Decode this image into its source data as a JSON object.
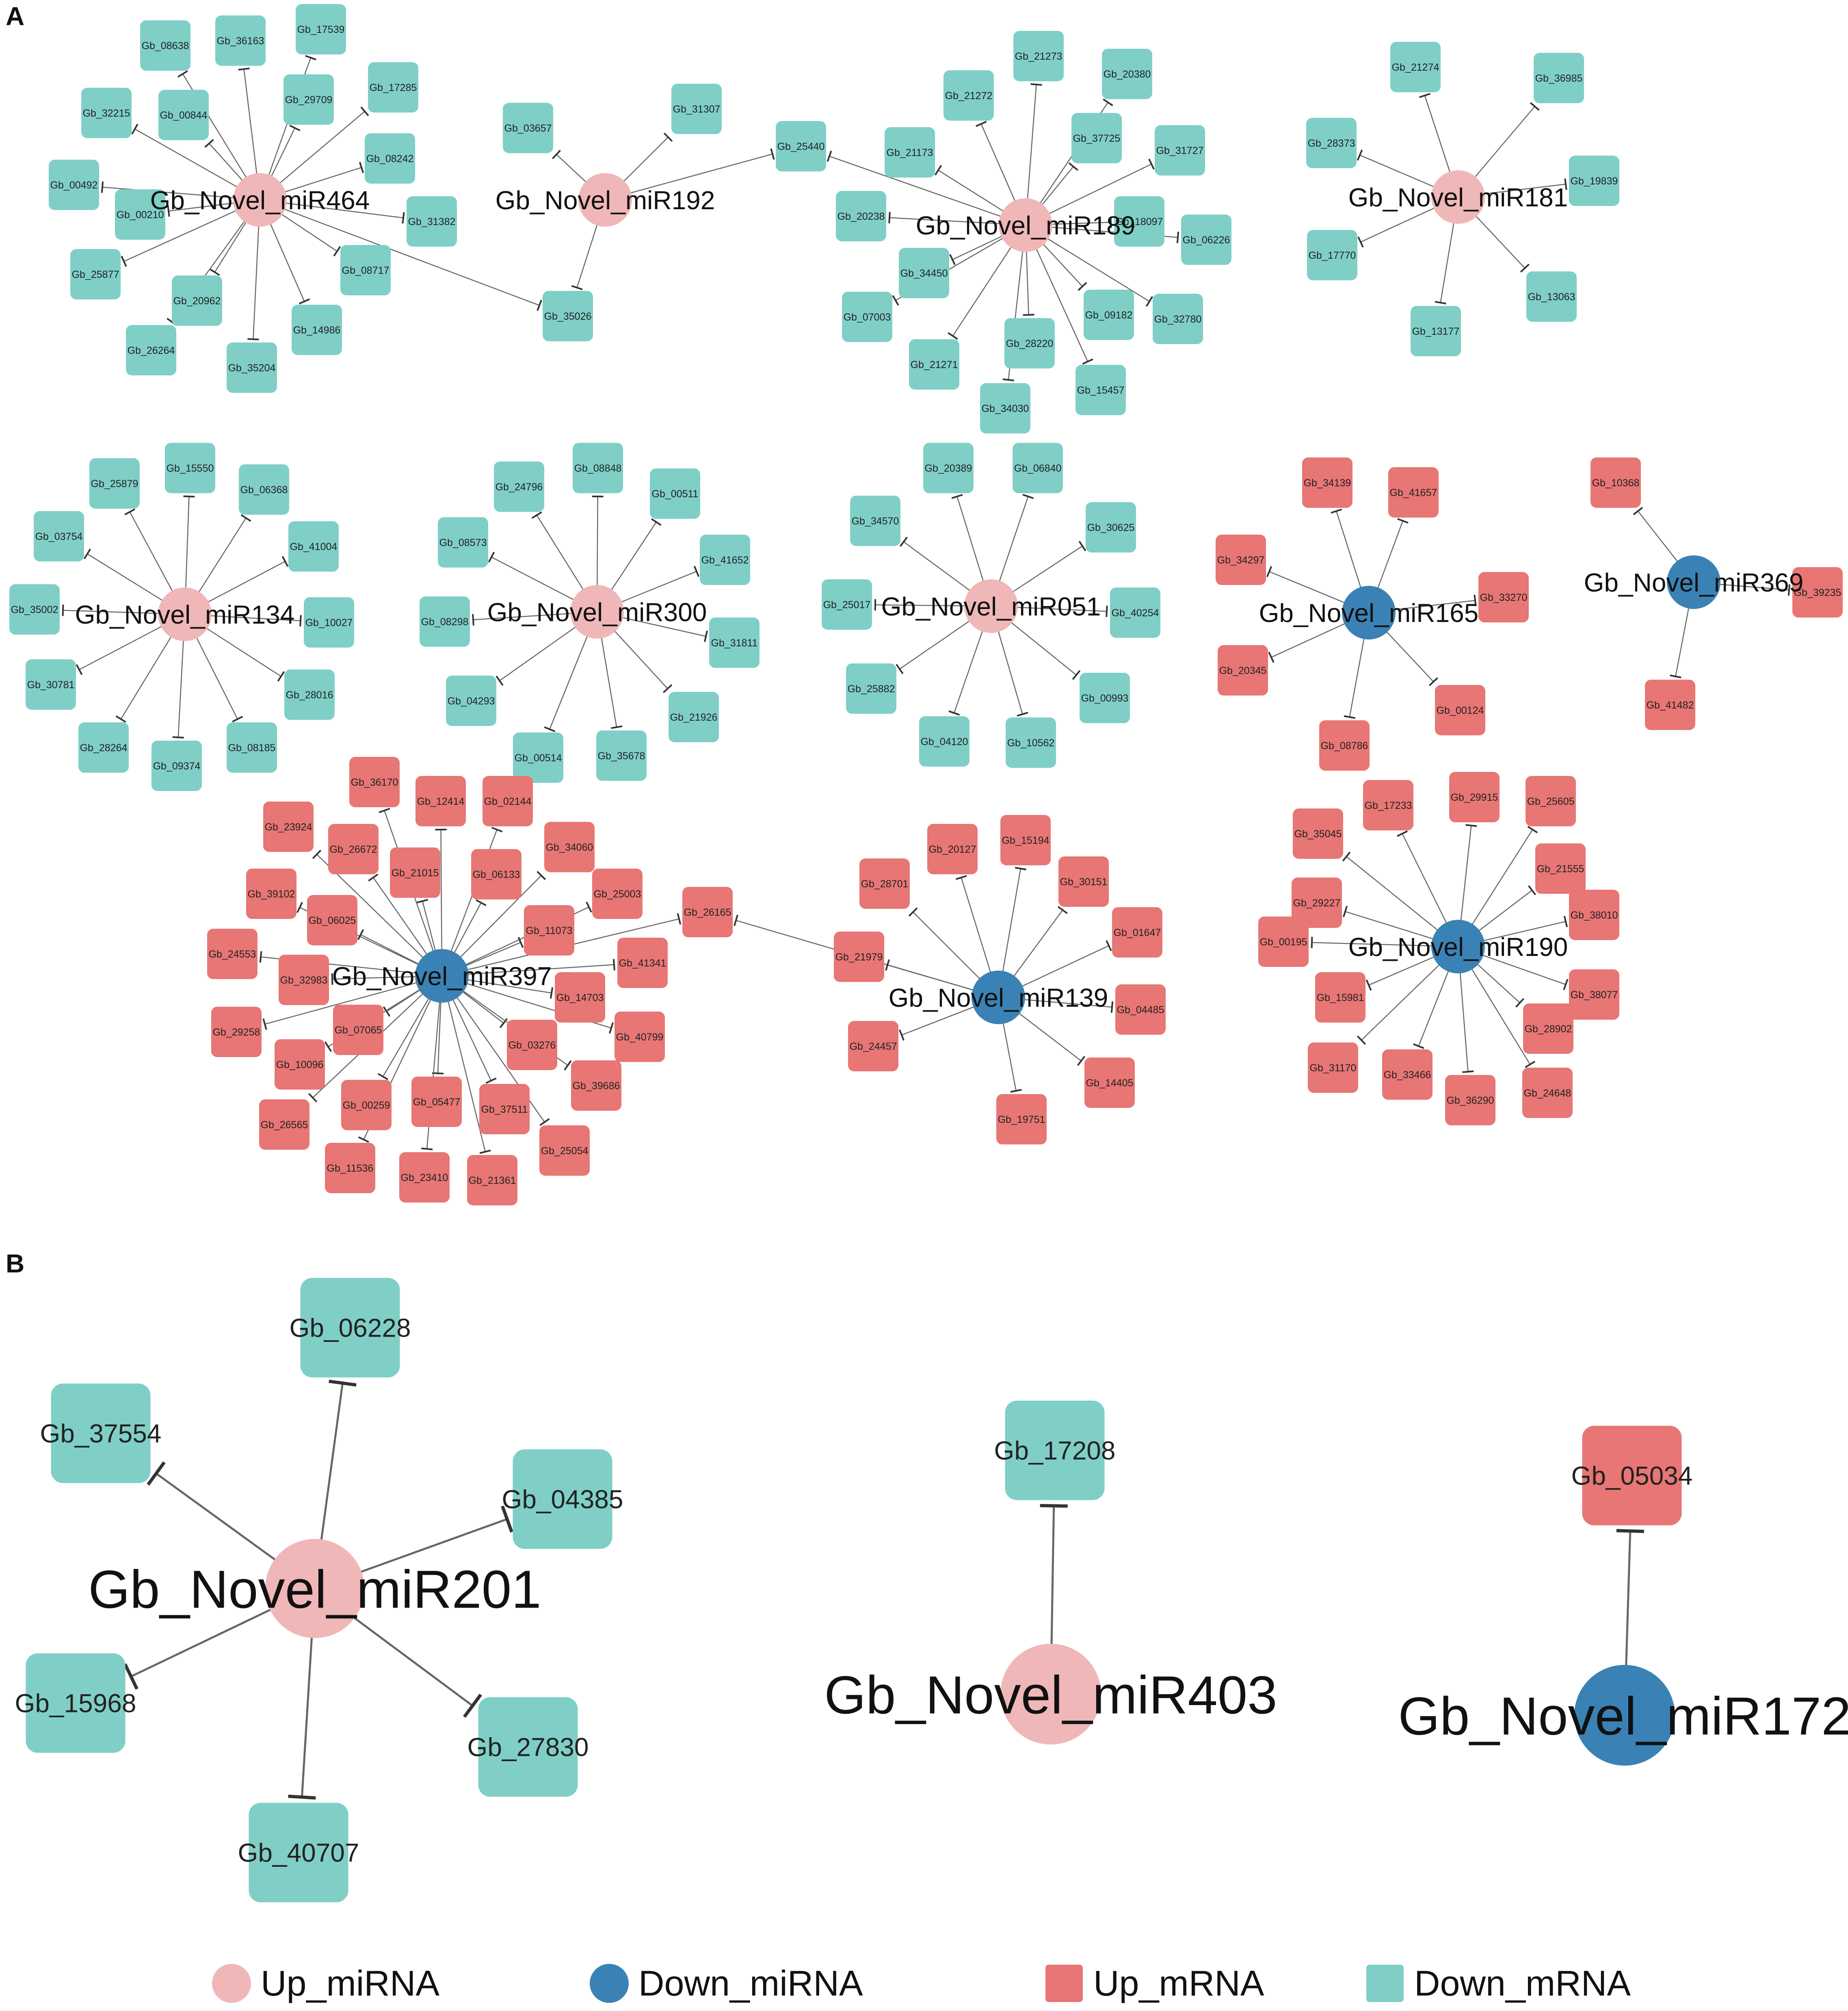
{
  "panels": [
    {
      "label": "A"
    },
    {
      "label": "B"
    }
  ],
  "colors": {
    "up_mirna": "#f0b7b8",
    "down_mirna": "#3a82b5",
    "up_mrna": "#e77674",
    "down_mrna": "#7fcfc7",
    "edge": "#666666"
  },
  "legend": [
    {
      "label": "Up_miRNA",
      "shape": "circle",
      "color": "#f0b7b8"
    },
    {
      "label": "Down_miRNA",
      "shape": "circle",
      "color": "#3a82b5"
    },
    {
      "label": "Up_mRNA",
      "shape": "square",
      "color": "#e77674"
    },
    {
      "label": "Down_mRNA",
      "shape": "square",
      "color": "#7fcfc7"
    }
  ],
  "networks": [
    {
      "id": "miR464",
      "panel": "A",
      "hub": {
        "label": "Gb_Novel_miR464",
        "type": "up"
      },
      "target_type": "down",
      "targets": [
        "Gb_08638",
        "Gb_36163",
        "Gb_17539",
        "Gb_32215",
        "Gb_00844",
        "Gb_29709",
        "Gb_17285",
        "Gb_08242",
        "Gb_00492",
        "Gb_00210",
        "Gb_31382",
        "Gb_25877",
        "Gb_08717",
        "Gb_20962",
        "Gb_14986",
        "Gb_26264",
        "Gb_35204",
        "Gb_35026"
      ]
    },
    {
      "id": "miR192",
      "panel": "A",
      "hub": {
        "label": "Gb_Novel_miR192",
        "type": "up"
      },
      "target_type": "down",
      "targets": [
        "Gb_03657",
        "Gb_31307",
        "Gb_25440",
        "Gb_35026"
      ]
    },
    {
      "id": "miR189",
      "panel": "A",
      "hub": {
        "label": "Gb_Novel_miR189",
        "type": "up"
      },
      "target_type": "down",
      "targets": [
        "Gb_21273",
        "Gb_20380",
        "Gb_21272",
        "Gb_37725",
        "Gb_31727",
        "Gb_21173",
        "Gb_25440",
        "Gb_20238",
        "Gb_18097",
        "Gb_06226",
        "Gb_34450",
        "Gb_09182",
        "Gb_32780",
        "Gb_07003",
        "Gb_28220",
        "Gb_21271",
        "Gb_15457",
        "Gb_34030"
      ]
    },
    {
      "id": "miR181",
      "panel": "A",
      "hub": {
        "label": "Gb_Novel_miR181",
        "type": "up"
      },
      "target_type": "down",
      "targets": [
        "Gb_21274",
        "Gb_36985",
        "Gb_28373",
        "Gb_19839",
        "Gb_17770",
        "Gb_13063",
        "Gb_13177"
      ]
    },
    {
      "id": "miR134",
      "panel": "A",
      "hub": {
        "label": "Gb_Novel_miR134",
        "type": "up"
      },
      "target_type": "down",
      "targets": [
        "Gb_15550",
        "Gb_25879",
        "Gb_06368",
        "Gb_03754",
        "Gb_41004",
        "Gb_35002",
        "Gb_10027",
        "Gb_30781",
        "Gb_28016",
        "Gb_28264",
        "Gb_08185",
        "Gb_09374"
      ]
    },
    {
      "id": "miR300",
      "panel": "A",
      "hub": {
        "label": "Gb_Novel_miR300",
        "type": "up"
      },
      "target_type": "down",
      "targets": [
        "Gb_08848",
        "Gb_24796",
        "Gb_00511",
        "Gb_08573",
        "Gb_41652",
        "Gb_08298",
        "Gb_31811",
        "Gb_04293",
        "Gb_21926",
        "Gb_00514",
        "Gb_35678"
      ]
    },
    {
      "id": "miR051",
      "panel": "A",
      "hub": {
        "label": "Gb_Novel_miR051",
        "type": "up"
      },
      "target_type": "down",
      "targets": [
        "Gb_20389",
        "Gb_06840",
        "Gb_34570",
        "Gb_30625",
        "Gb_25017",
        "Gb_40254",
        "Gb_25882",
        "Gb_00993",
        "Gb_04120",
        "Gb_10562"
      ]
    },
    {
      "id": "miR165",
      "panel": "A",
      "hub": {
        "label": "Gb_Novel_miR165",
        "type": "down"
      },
      "target_type": "up",
      "targets": [
        "Gb_34139",
        "Gb_41657",
        "Gb_34297",
        "Gb_33270",
        "Gb_20345",
        "Gb_00124",
        "Gb_08786"
      ]
    },
    {
      "id": "miR369",
      "panel": "A",
      "hub": {
        "label": "Gb_Novel_miR369",
        "type": "down"
      },
      "target_type": "up",
      "targets": [
        "Gb_10368",
        "Gb_39235",
        "Gb_41482"
      ]
    },
    {
      "id": "miR397",
      "panel": "A",
      "hub": {
        "label": "Gb_Novel_miR397",
        "type": "down"
      },
      "target_type": "up",
      "targets": [
        "Gb_36170",
        "Gb_12414",
        "Gb_02144",
        "Gb_23924",
        "Gb_26672",
        "Gb_21015",
        "Gb_06133",
        "Gb_34060",
        "Gb_39102",
        "Gb_25003",
        "Gb_06025",
        "Gb_11073",
        "Gb_26165",
        "Gb_24553",
        "Gb_41341",
        "Gb_32983",
        "Gb_14703",
        "Gb_29258",
        "Gb_07065",
        "Gb_40799",
        "Gb_03276",
        "Gb_10096",
        "Gb_39686",
        "Gb_00259",
        "Gb_05477",
        "Gb_37511",
        "Gb_26565",
        "Gb_25054",
        "Gb_11536",
        "Gb_23410",
        "Gb_21361"
      ]
    },
    {
      "id": "miR139",
      "panel": "A",
      "hub": {
        "label": "Gb_Novel_miR139",
        "type": "down"
      },
      "target_type": "up",
      "targets": [
        "Gb_20127",
        "Gb_15194",
        "Gb_28701",
        "Gb_30151",
        "Gb_26165",
        "Gb_01647",
        "Gb_21979",
        "Gb_04485",
        "Gb_24457",
        "Gb_14405",
        "Gb_19751"
      ]
    },
    {
      "id": "miR190",
      "panel": "A",
      "hub": {
        "label": "Gb_Novel_miR190",
        "type": "down"
      },
      "target_type": "up",
      "targets": [
        "Gb_17233",
        "Gb_29915",
        "Gb_25605",
        "Gb_35045",
        "Gb_21555",
        "Gb_29227",
        "Gb_38010",
        "Gb_00195",
        "Gb_15981",
        "Gb_38077",
        "Gb_28902",
        "Gb_31170",
        "Gb_33466",
        "Gb_36290",
        "Gb_24648"
      ]
    },
    {
      "id": "miR201",
      "panel": "B",
      "hub": {
        "label": "Gb_Novel_miR201",
        "type": "up"
      },
      "target_type": "down",
      "targets": [
        "Gb_06228",
        "Gb_37554",
        "Gb_04385",
        "Gb_15968",
        "Gb_27830",
        "Gb_40707"
      ]
    },
    {
      "id": "miR403",
      "panel": "B",
      "hub": {
        "label": "Gb_Novel_miR403",
        "type": "up"
      },
      "target_type": "down",
      "targets": [
        "Gb_17208"
      ]
    },
    {
      "id": "miR172",
      "panel": "B",
      "hub": {
        "label": "Gb_Novel_miR172",
        "type": "down"
      },
      "target_type": "up",
      "targets": [
        "Gb_05034"
      ]
    }
  ]
}
